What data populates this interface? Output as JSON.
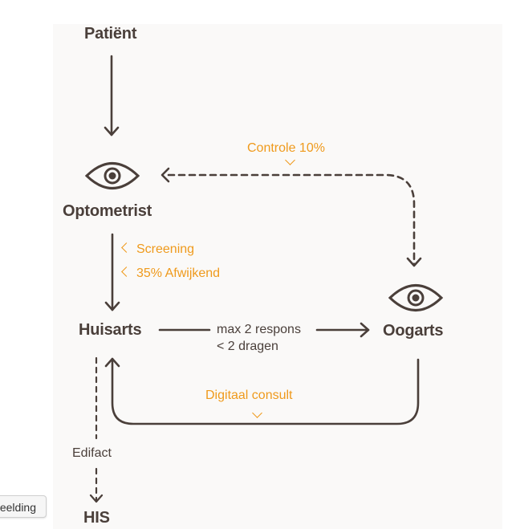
{
  "nodes": {
    "patient": "Patiënt",
    "optometrist": "Optometrist",
    "huisarts": "Huisarts",
    "oogarts": "Oogarts",
    "his": "HIS"
  },
  "edges": {
    "controle": "Controle 10%",
    "screening": "Screening",
    "afwijkend": "35% Afwijkend",
    "respons_line1": "max 2 respons",
    "respons_line2": "< 2 dragen",
    "digitaal_consult": "Digitaal consult",
    "edifact": "Edifact"
  },
  "tooltip": {
    "text": "eelding"
  },
  "colors": {
    "primary": "#4a3f3a",
    "accent": "#ef9a1c",
    "panel": "#faf9f8"
  }
}
